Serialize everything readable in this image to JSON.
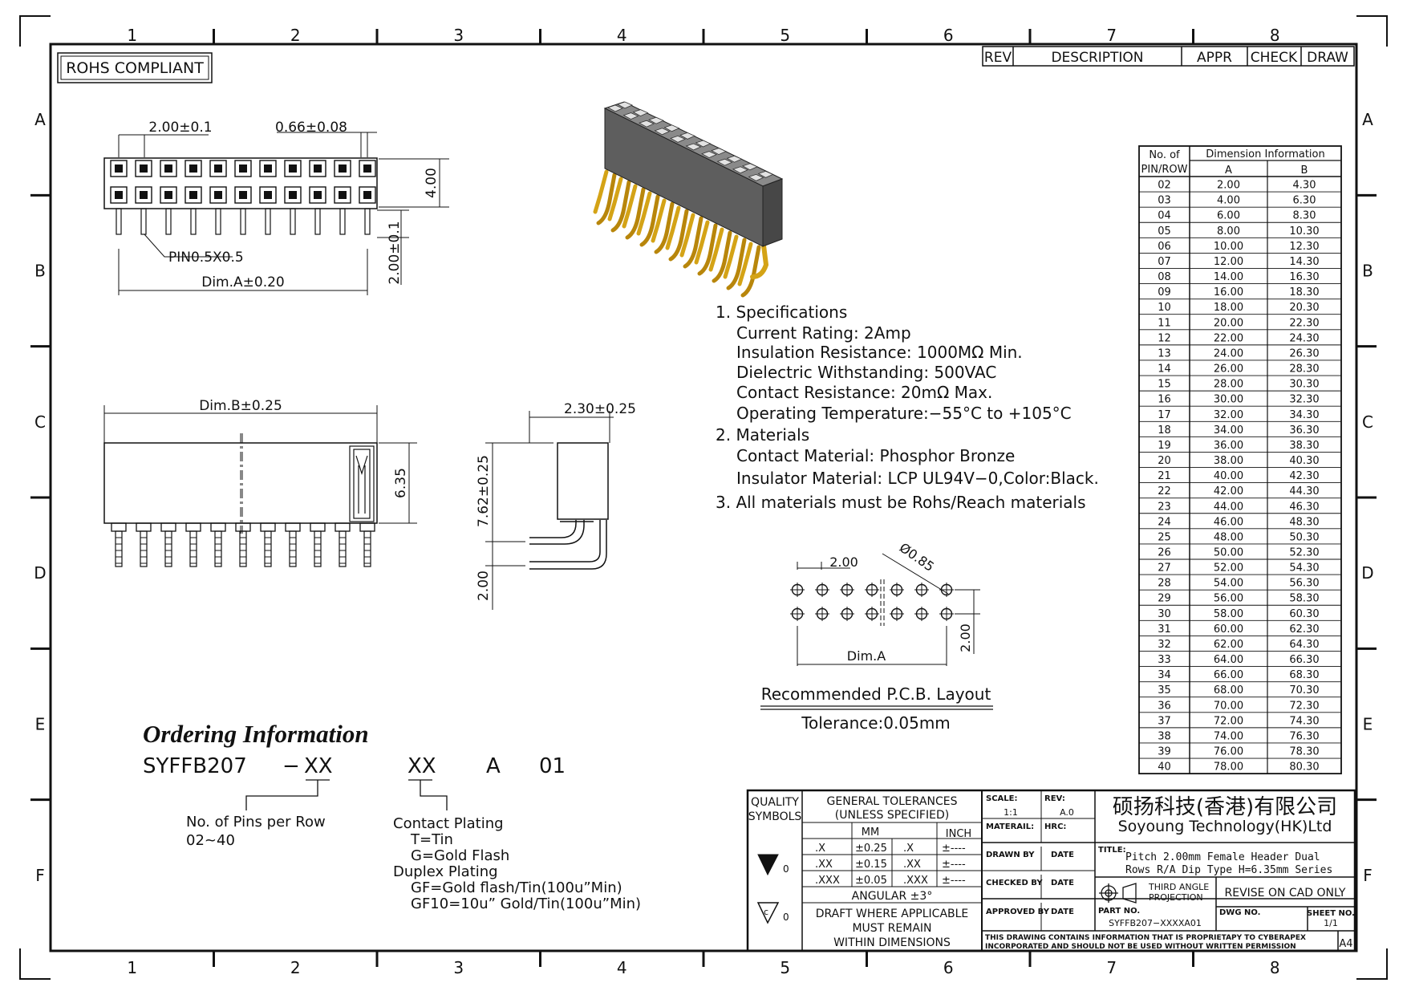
{
  "border": {
    "columns": [
      "1",
      "2",
      "3",
      "4",
      "5",
      "6",
      "7",
      "8"
    ],
    "rows": [
      "A",
      "B",
      "C",
      "D",
      "E",
      "F"
    ]
  },
  "rohs_label": "ROHS COMPLIANT",
  "revision_block": {
    "rev": "REV",
    "description": "DESCRIPTION",
    "appr": "APPR",
    "check": "CHECK",
    "draw": "DRAW"
  },
  "top_view": {
    "pin_count": 11,
    "pitch_label": "2.00±0.1",
    "pin_width_label": "0.66±0.08",
    "height_label": "4.00",
    "pin_label": "PIN0.5X0.5",
    "dim_a_label": "Dim.A±0.20",
    "tail_label": "2.00±0.1"
  },
  "front_view": {
    "pin_count": 11,
    "dim_b_label": "Dim.B±0.25",
    "height_label": "6.35"
  },
  "side_view": {
    "width_label": "2.30±0.25",
    "height_label": "7.62±0.25",
    "tail_label": "2.00"
  },
  "specifications": [
    "1.  Specifications",
    "Current  Rating:  2Amp",
    "Insulation  Resistance:  1000MΩ  Min.",
    "Dielectric  Withstanding:  500VAC",
    "Contact  Resistance:  20mΩ  Max.",
    "Operating  Temperature:−55°C  to  +105°C",
    "2.  Materials",
    "Contact  Material:  Phosphor  Bronze",
    "Insulator  Material:  LCP  UL94V−0,Color:Black.",
    "3.  All  materials  must  be  Rohs/Reach  materials"
  ],
  "pcb_layout": {
    "pitch_label": "2.00",
    "hole_label": "Ø0.85",
    "row_label": "2.00",
    "dim_a_label": "Dim.A",
    "title": "Recommended  P.C.B.  Layout",
    "tolerance": "Tolerance:0.05mm"
  },
  "dimension_table": {
    "header_pins": [
      "No.  of",
      "PIN/ROW"
    ],
    "header_dim": "Dimension  Information",
    "col_a": "A",
    "col_b": "B",
    "rows": [
      [
        "02",
        "2.00",
        "4.30"
      ],
      [
        "03",
        "4.00",
        "6.30"
      ],
      [
        "04",
        "6.00",
        "8.30"
      ],
      [
        "05",
        "8.00",
        "10.30"
      ],
      [
        "06",
        "10.00",
        "12.30"
      ],
      [
        "07",
        "12.00",
        "14.30"
      ],
      [
        "08",
        "14.00",
        "16.30"
      ],
      [
        "09",
        "16.00",
        "18.30"
      ],
      [
        "10",
        "18.00",
        "20.30"
      ],
      [
        "11",
        "20.00",
        "22.30"
      ],
      [
        "12",
        "22.00",
        "24.30"
      ],
      [
        "13",
        "24.00",
        "26.30"
      ],
      [
        "14",
        "26.00",
        "28.30"
      ],
      [
        "15",
        "28.00",
        "30.30"
      ],
      [
        "16",
        "30.00",
        "32.30"
      ],
      [
        "17",
        "32.00",
        "34.30"
      ],
      [
        "18",
        "34.00",
        "36.30"
      ],
      [
        "19",
        "36.00",
        "38.30"
      ],
      [
        "20",
        "38.00",
        "40.30"
      ],
      [
        "21",
        "40.00",
        "42.30"
      ],
      [
        "22",
        "42.00",
        "44.30"
      ],
      [
        "23",
        "44.00",
        "46.30"
      ],
      [
        "24",
        "46.00",
        "48.30"
      ],
      [
        "25",
        "48.00",
        "50.30"
      ],
      [
        "26",
        "50.00",
        "52.30"
      ],
      [
        "27",
        "52.00",
        "54.30"
      ],
      [
        "28",
        "54.00",
        "56.30"
      ],
      [
        "29",
        "56.00",
        "58.30"
      ],
      [
        "30",
        "58.00",
        "60.30"
      ],
      [
        "31",
        "60.00",
        "62.30"
      ],
      [
        "32",
        "62.00",
        "64.30"
      ],
      [
        "33",
        "64.00",
        "66.30"
      ],
      [
        "34",
        "66.00",
        "68.30"
      ],
      [
        "35",
        "68.00",
        "70.30"
      ],
      [
        "36",
        "70.00",
        "72.30"
      ],
      [
        "37",
        "72.00",
        "74.30"
      ],
      [
        "38",
        "74.00",
        "76.30"
      ],
      [
        "39",
        "76.00",
        "78.30"
      ],
      [
        "40",
        "78.00",
        "80.30"
      ]
    ]
  },
  "ordering": {
    "title": "Ordering Information",
    "code": [
      "SYFFB207",
      "−",
      "XX",
      "XX",
      "A",
      "01"
    ],
    "pins_desc": [
      "No.  of  Pins  per  Row",
      "02~40"
    ],
    "plating": [
      "Contact  Plating",
      "T=Tin",
      "G=Gold  Flash",
      "Duplex  Plating",
      "GF=Gold  flash/Tin(100u”Min)",
      "GF10=10u”  Gold/Tin(100u”Min)"
    ]
  },
  "title_block": {
    "quality_symbols": [
      "QUALITY",
      "SYMBOLS"
    ],
    "general_tol": [
      "GENERAL  TOLERANCES",
      "(UNLESS  SPECIFIED)"
    ],
    "mm": "MM",
    "inch": "INCH",
    "tol_rows": [
      [
        ".X",
        "±0.25",
        ".X",
        "±----"
      ],
      [
        ".XX",
        "±0.15",
        ".XX",
        "±----"
      ],
      [
        ".XXX",
        "±0.05",
        ".XXX",
        "±----"
      ]
    ],
    "angular": "ANGULAR  ±3°",
    "draft": [
      "DRAFT  WHERE  APPLICABLE",
      "MUST  REMAIN",
      "WITHIN  DIMENSIONS"
    ],
    "sym_suffix": "0",
    "scale_label": "SCALE:",
    "scale": "1:1",
    "rev_label": "REV:",
    "rev": "A.0",
    "material_label": "MATERAIL:",
    "hrc_label": "HRC:",
    "drawn_by": "DRAWN  BY",
    "checked_by": "CHECKED  BY",
    "approved_by": "APPROVED  BY",
    "date": "DATE",
    "company_cn": "硕扬科技(香港)有限公司",
    "company_en": "Soyoung  Technology(HK)Ltd",
    "title_label": "TITLE:",
    "title_lines": [
      "Pitch  2.00mm  Female  Header  Dual",
      "Rows  R/A  Dip  Type  H=6.35mm  Series"
    ],
    "projection": [
      "THIRD  ANGLE",
      "PROJECTION"
    ],
    "revise": "REVISE  ON  CAD  ONLY",
    "part_no_label": "PART  NO.",
    "part_no": "SYFFB207−XXXXA01",
    "dwg_no_label": "DWG  NO.",
    "sheet_no_label": "SHEET  NO.",
    "sheet_no": "1/1",
    "notice": [
      "THIS  DRAWING  CONTAINS  INFORMATION  THAT  IS  PROPRIETAPY  TO  CYBERAPEX",
      "INCORPORATED  AND  SHOULD  NOT  BE  USED  WITHOUT  WRITTEN  PERMISSION"
    ],
    "size": "A4"
  },
  "colors": {
    "line": "#111111",
    "gold": "#d4a316",
    "housing": "#5e5e5e",
    "housing_top": "#8a8a8a"
  }
}
